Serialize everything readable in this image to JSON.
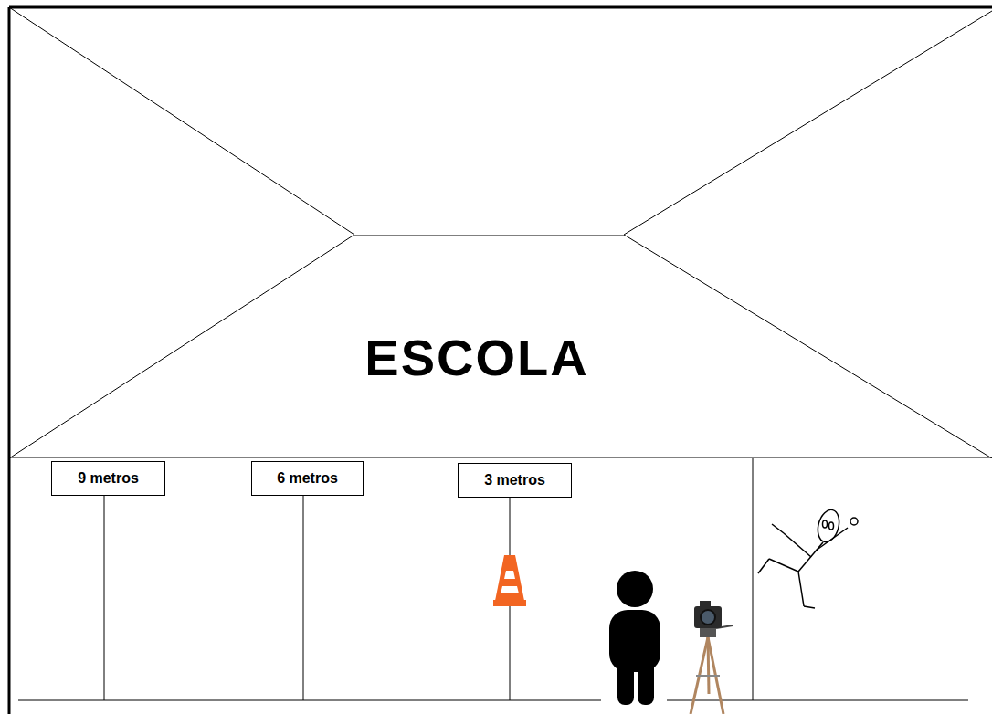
{
  "diagram": {
    "nodes": [
      {
        "text": [
          "ESCOLA"
        ]
      },
      {
        "text": [
          "9 metros"
        ]
      },
      {
        "text": [
          "6 metros"
        ]
      },
      {
        "text": [
          "3 metros"
        ]
      }
    ]
  }
}
